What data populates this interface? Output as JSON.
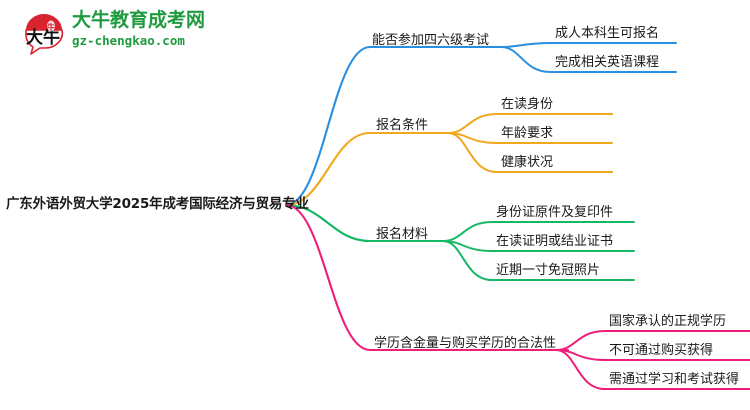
{
  "logo": {
    "mark_text": "大牛",
    "brand_cn": "大牛教育成考网",
    "url": "gz-chengkao.com",
    "brand_color": "#1f9a3f",
    "mark_color": "#d9232e"
  },
  "mindmap": {
    "root": {
      "label": "广东外语外贸大学2025年成考国际经济与贸易专业"
    },
    "branches": [
      {
        "label": "能否参加四六级考试",
        "color": "#2a8fe0",
        "children": [
          {
            "label": "成人本科生可报名"
          },
          {
            "label": "完成相关英语课程"
          }
        ]
      },
      {
        "label": "报名条件",
        "color": "#f0a81e",
        "children": [
          {
            "label": "在读身份"
          },
          {
            "label": "年龄要求"
          },
          {
            "label": "健康状况"
          }
        ]
      },
      {
        "label": "报名材料",
        "color": "#16b866",
        "children": [
          {
            "label": "身份证原件及复印件"
          },
          {
            "label": "在读证明或结业证书"
          },
          {
            "label": "近期一寸免冠照片"
          }
        ]
      },
      {
        "label": "学历含金量与购买学历的合法性",
        "color": "#ee1f7a",
        "children": [
          {
            "label": "国家承认的正规学历"
          },
          {
            "label": "不可通过购买获得"
          },
          {
            "label": "需通过学习和考试获得"
          }
        ]
      }
    ]
  }
}
